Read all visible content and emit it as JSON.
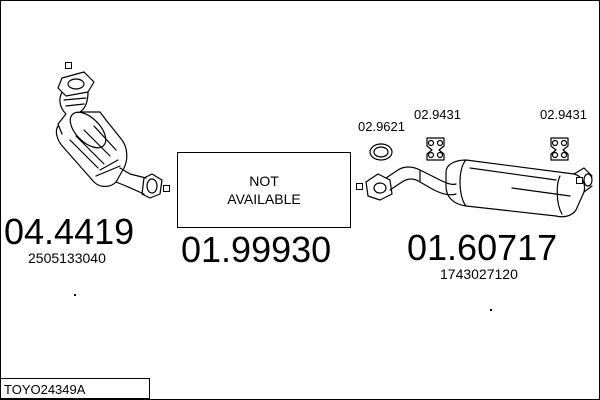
{
  "parts": [
    {
      "number": "04.4419",
      "reference": "2505133040",
      "name": "catalytic-converter"
    },
    {
      "number": "01.99930",
      "not_available_line1": "NOT",
      "not_available_line2": "AVAILABLE"
    },
    {
      "number": "01.60717",
      "reference": "1743027120",
      "name": "rear-silencer"
    }
  ],
  "accessories": {
    "gasket": "02.9621",
    "rubber_mount_left": "02.9431",
    "rubber_mount_right": "02.9431"
  },
  "vehicle_code": "TOYO24349A",
  "colors": {
    "line": "#000000",
    "background": "#ffffff"
  }
}
